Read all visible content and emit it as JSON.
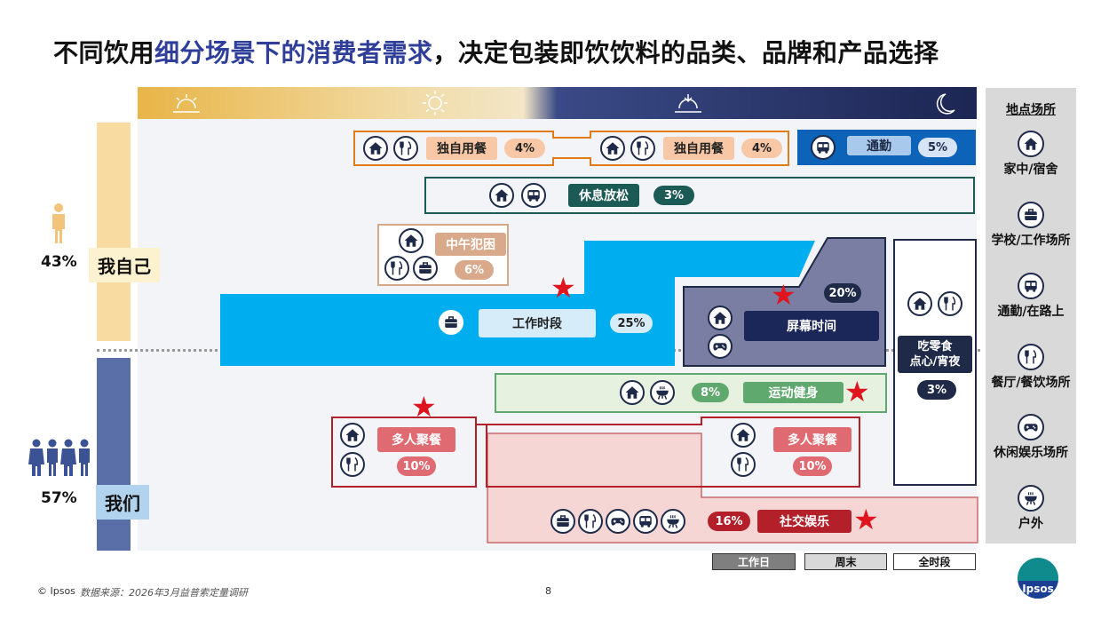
{
  "title": {
    "part1": "不同饮用",
    "part2": "细分场景下的消费者需求",
    "part3": "，决定包装即饮饮料的品类、品牌和产品选择"
  },
  "groups": {
    "self": {
      "label": "我自己",
      "pct": "43%"
    },
    "we": {
      "label": "我们",
      "pct": "57%"
    }
  },
  "scenes": {
    "dine_alone_1": {
      "label": "独自用餐",
      "pct": "4%"
    },
    "dine_alone_2": {
      "label": "独自用餐",
      "pct": "4%"
    },
    "commute": {
      "label": "通勤",
      "pct": "5%"
    },
    "relax": {
      "label": "休息放松",
      "pct": "3%"
    },
    "nap": {
      "label": "中午犯困",
      "pct": "6%"
    },
    "work": {
      "label": "工作时段",
      "pct": "25%"
    },
    "screen": {
      "label": "屏幕时间",
      "pct": "20%"
    },
    "snack": {
      "label": "吃零食\n点心/宵夜",
      "pct": "3%"
    },
    "sport": {
      "label": "运动健身",
      "pct": "8%"
    },
    "group_meal_1": {
      "label": "多人聚餐",
      "pct": "10%"
    },
    "group_meal_2": {
      "label": "多人聚餐",
      "pct": "10%"
    },
    "social": {
      "label": "社交娱乐",
      "pct": "16%"
    }
  },
  "sidebar": {
    "title": "地点场所",
    "items": [
      {
        "label": "家中/宿舍",
        "icon": "home-icon"
      },
      {
        "label": "学校/工作场所",
        "icon": "briefcase-icon"
      },
      {
        "label": "通勤/在路上",
        "icon": "bus-icon"
      },
      {
        "label": "餐厅/餐饮场所",
        "icon": "utensils-icon"
      },
      {
        "label": "休闲娱乐场所",
        "icon": "gamepad-icon"
      },
      {
        "label": "户外",
        "icon": "grill-icon"
      }
    ]
  },
  "legend": {
    "workday": "工作日",
    "weekend": "周末",
    "allday": "全时段"
  },
  "colors": {
    "accent": "#2f3f99",
    "workBlue": "#00adef",
    "navy": "#1e2a48",
    "star": "#e0141e",
    "sportGreen": "#5fa96e",
    "red": "#b3202a",
    "orange": "#e07b1a",
    "teal": "#1b5a55"
  },
  "footer": {
    "copyright": "© Ipsos",
    "source": "数据来源：2026年3月益普索定量调研",
    "page": "8",
    "logo": "Ipsos"
  }
}
